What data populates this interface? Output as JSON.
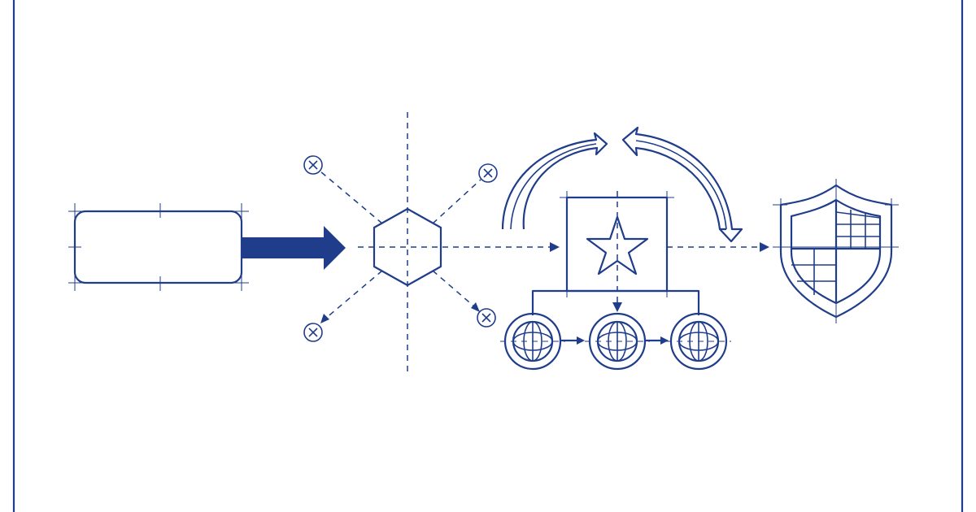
{
  "colors": {
    "ink": "#1f3d8a",
    "background": "#ffffff"
  },
  "icons": [
    "rounded-rectangle",
    "thick-arrow-right",
    "hexagon",
    "x-circle",
    "star-box",
    "circular-arrows",
    "globe",
    "shield-grid"
  ]
}
